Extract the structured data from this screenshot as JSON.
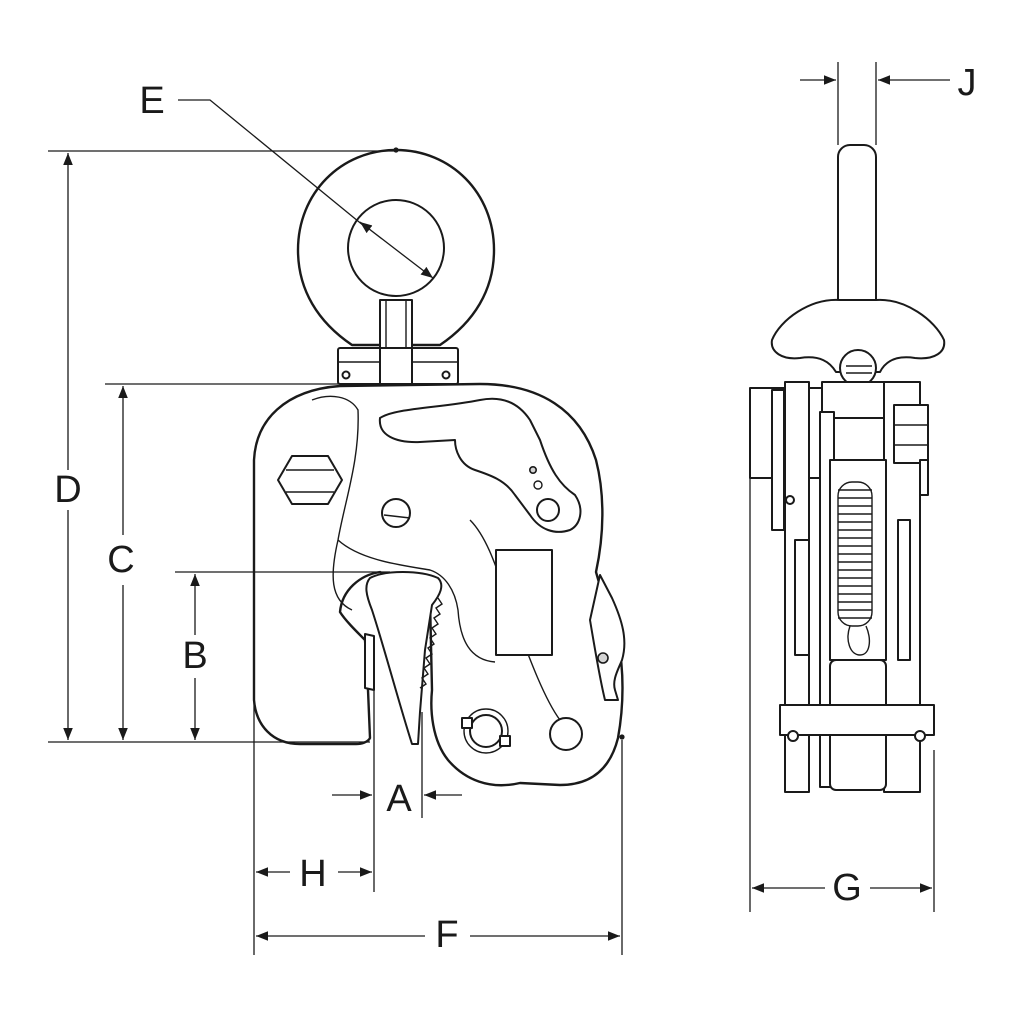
{
  "labels": {
    "A": "A",
    "B": "B",
    "C": "C",
    "D": "D",
    "E": "E",
    "F": "F",
    "G": "G",
    "H": "H",
    "J": "J"
  },
  "colors": {
    "line": "#1a1a1a",
    "background": "#ffffff",
    "shading": "#d4d4d4"
  }
}
